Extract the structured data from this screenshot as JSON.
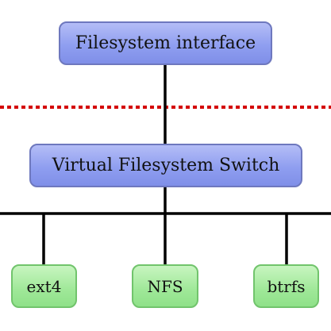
{
  "diagram": {
    "top_box": "Filesystem interface",
    "middle_box": "Virtual Filesystem Switch",
    "filesystems": [
      "ext4",
      "NFS",
      "btrfs"
    ]
  },
  "colors": {
    "blue_box": "#8f9ef0",
    "blue_border": "#6e78be",
    "green_box": "#9fe898",
    "green_border": "#71c46c",
    "separator": "#d40000",
    "connector": "#000000"
  }
}
